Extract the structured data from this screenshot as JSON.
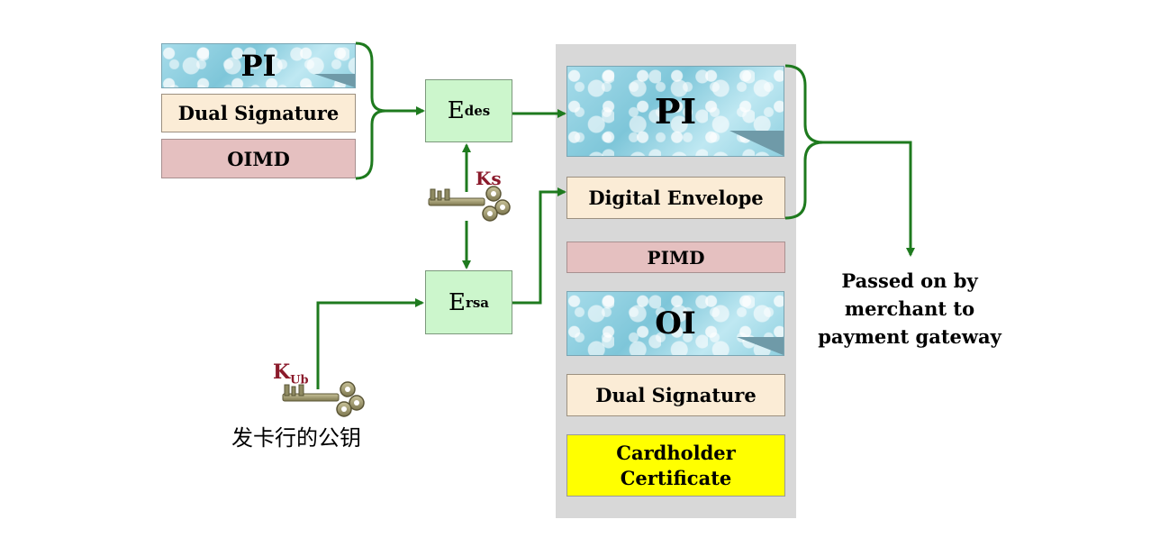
{
  "left_stack": {
    "pi": "PI",
    "dual_signature": "Dual Signature",
    "oimd": "OIMD"
  },
  "encryptors": {
    "des": {
      "base": "E",
      "sub": "des"
    },
    "rsa": {
      "base": "E",
      "sub": "rsa"
    }
  },
  "keys": {
    "session_key_label": "Ks",
    "public_key_label": {
      "base": "K",
      "sub": "Ub"
    },
    "public_key_caption": "发卡行的公钥"
  },
  "right_stack": {
    "pi": "PI",
    "digital_envelope": "Digital Envelope",
    "pimd": "PIMD",
    "oi": "OI",
    "dual_signature": "Dual Signature",
    "certificate": "Cardholder Certificate"
  },
  "output_label": [
    "Passed on by",
    "merchant to",
    "payment gateway"
  ],
  "colors": {
    "arrow": "#1e7a1e",
    "panel": "#d8d8d8",
    "key_label": "#8b1a2b"
  }
}
